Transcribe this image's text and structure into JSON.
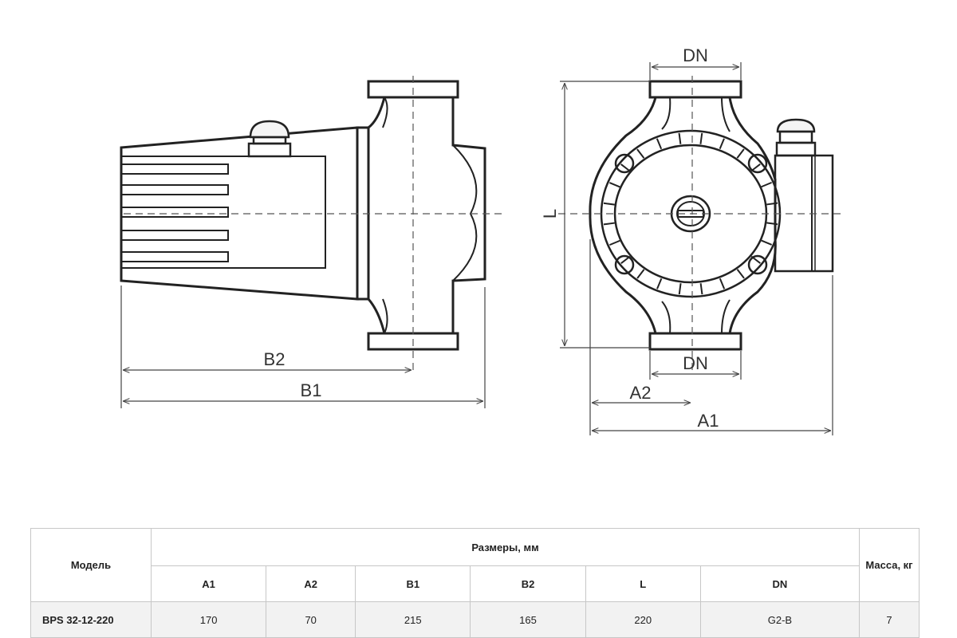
{
  "drawing": {
    "side_view": {
      "dim_b2": "B2",
      "dim_b1": "B1"
    },
    "front_view": {
      "dim_dn_top": "DN",
      "dim_dn_bottom": "DN",
      "dim_l": "L",
      "dim_a2": "A2",
      "dim_a1": "A1"
    }
  },
  "table": {
    "model_header": "Модель",
    "dims_header": "Размеры, мм",
    "mass_header": "Масса, кг",
    "columns": [
      "A1",
      "A2",
      "B1",
      "B2",
      "L",
      "DN"
    ],
    "rows": [
      {
        "model": "BPS 32-12-220",
        "values": [
          "170",
          "70",
          "215",
          "165",
          "220",
          "G2-B"
        ],
        "mass": "7"
      }
    ]
  }
}
